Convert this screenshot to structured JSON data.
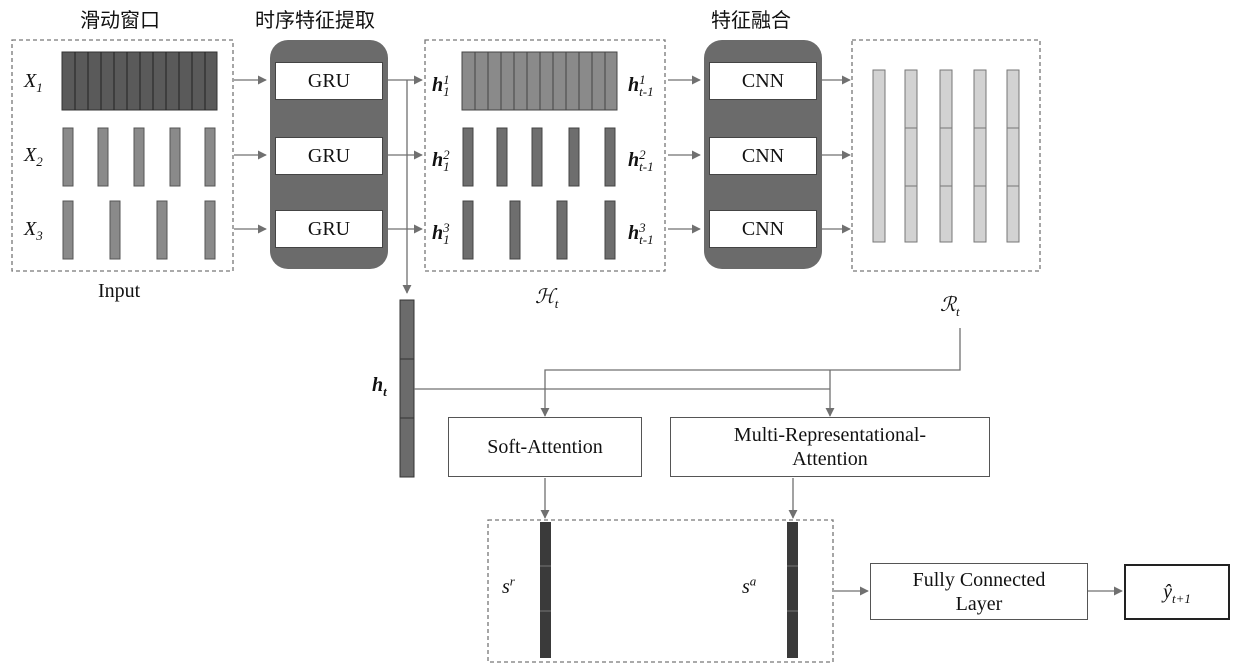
{
  "headers": {
    "sliding_window": "滑动窗口",
    "temporal_feature": "时序特征提取",
    "feature_fusion": "特征融合"
  },
  "inputs": [
    {
      "name": "X",
      "sub": "1"
    },
    {
      "name": "X",
      "sub": "2"
    },
    {
      "name": "X",
      "sub": "3"
    }
  ],
  "input_label": "Input",
  "gru_label": "GRU",
  "cnn_label": "CNN",
  "hidden_left": [
    {
      "name": "h",
      "sup": "1",
      "sub": "1"
    },
    {
      "name": "h",
      "sup": "2",
      "sub": "1"
    },
    {
      "name": "h",
      "sup": "3",
      "sub": "1"
    }
  ],
  "hidden_right": [
    {
      "name": "h",
      "sup": "1",
      "sub": "t-1"
    },
    {
      "name": "h",
      "sup": "2",
      "sub": "t-1"
    },
    {
      "name": "h",
      "sup": "3",
      "sub": "t-1"
    }
  ],
  "H_label": {
    "name": "ℋ",
    "sub": "t"
  },
  "R_label": {
    "name": "ℛ",
    "sub": "t"
  },
  "ht_label": {
    "name": "h",
    "sub": "t"
  },
  "soft_attention": "Soft-Attention",
  "multi_rep_attention": [
    "Multi-Representational-",
    "Attention"
  ],
  "sr_label": {
    "name": "s",
    "sup": "r"
  },
  "sa_label": {
    "name": "s",
    "sup": "a"
  },
  "fc_layer": [
    "Fully Connected",
    "Layer"
  ],
  "output": {
    "name": "ŷ",
    "sub": "t+1"
  },
  "colors": {
    "dark_bar": "#5a5a5a",
    "mid_bar": "#8a8a8a",
    "light_bar": "#d2d2d2",
    "module": "#6b6b6b",
    "arrow": "#707070"
  }
}
